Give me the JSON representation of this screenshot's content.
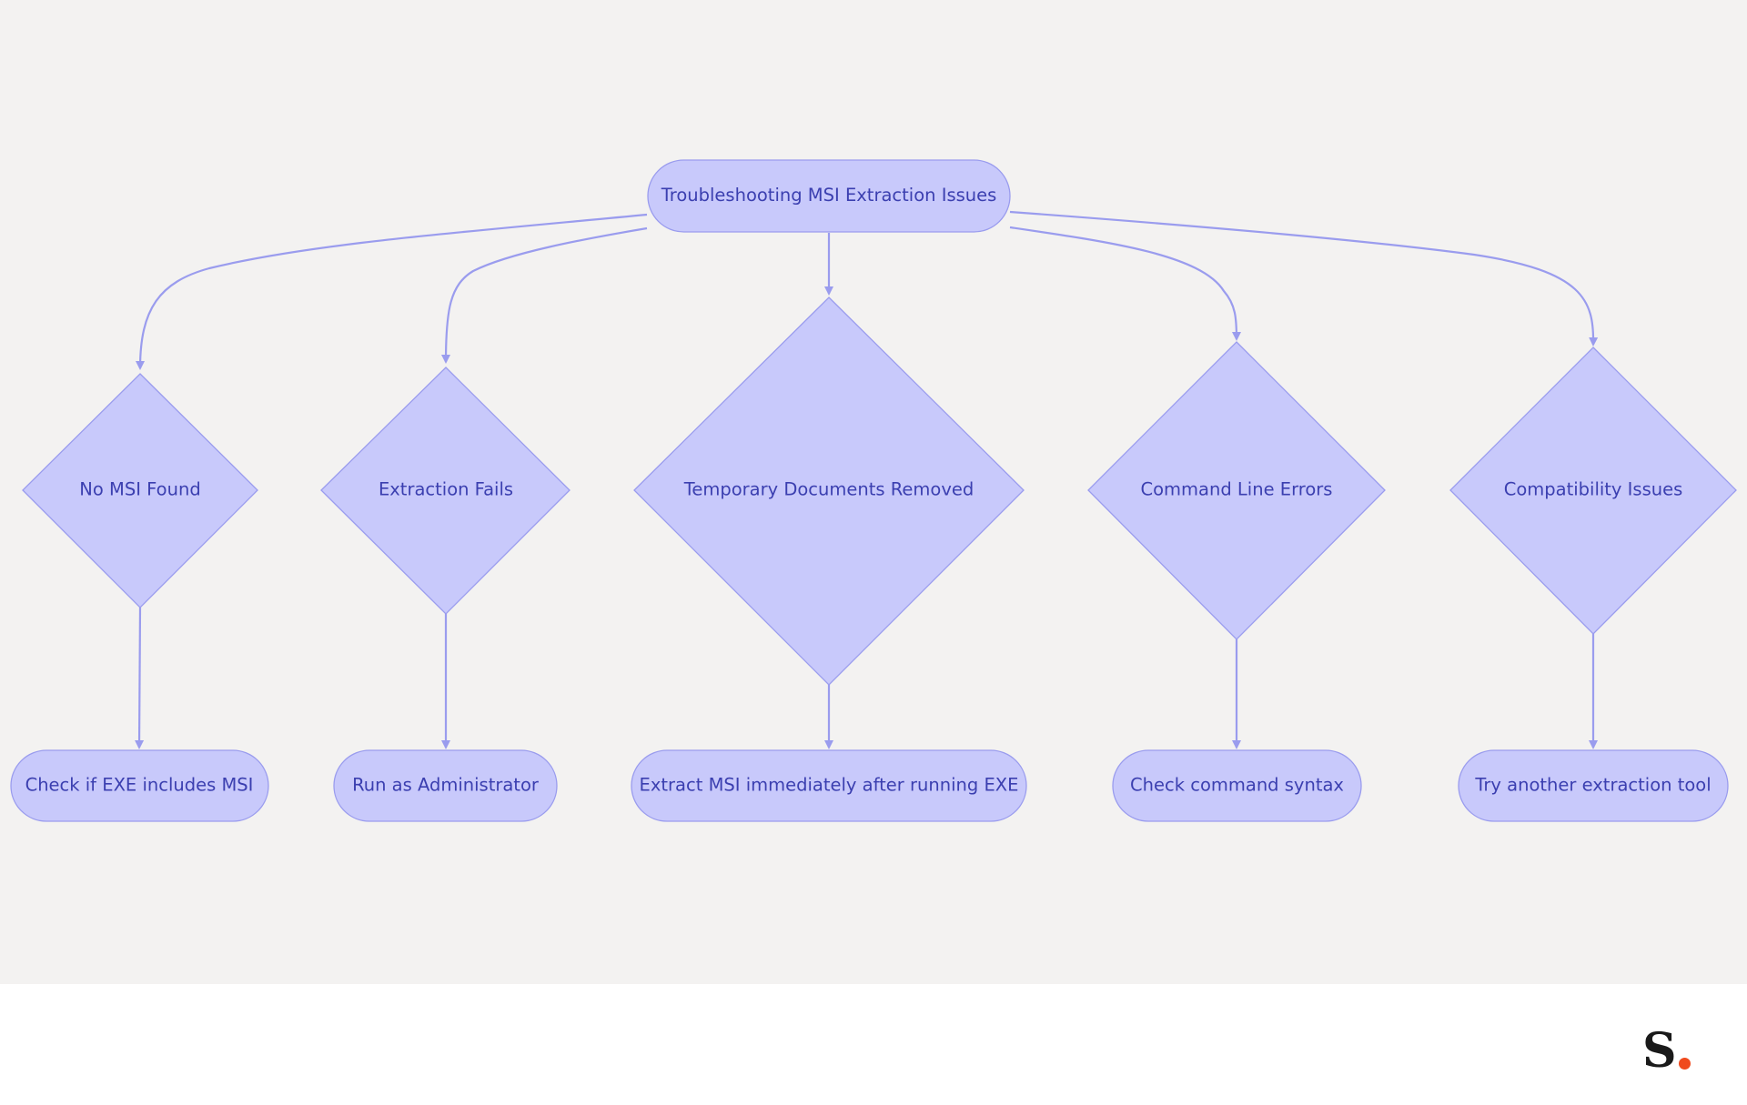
{
  "diagram": {
    "root": {
      "label": "Troubleshooting MSI Extraction Issues"
    },
    "branches": [
      {
        "issue": "No MSI Found",
        "solution": "Check if EXE includes MSI"
      },
      {
        "issue": "Extraction Fails",
        "solution": "Run as Administrator"
      },
      {
        "issue": "Temporary Documents Removed",
        "solution": "Extract MSI immediately after running EXE"
      },
      {
        "issue": "Command Line Errors",
        "solution": "Check command syntax"
      },
      {
        "issue": "Compatibility Issues",
        "solution": "Try another extraction tool"
      }
    ]
  },
  "colors": {
    "canvas_background": "#f3f2f1",
    "node_fill": "#c8c9fb",
    "node_stroke": "#9a9cee",
    "edge": "#9a9cee",
    "text": "#3b3fb0",
    "logo_dot": "#f04a1d"
  },
  "logo": {
    "letter": "S"
  }
}
